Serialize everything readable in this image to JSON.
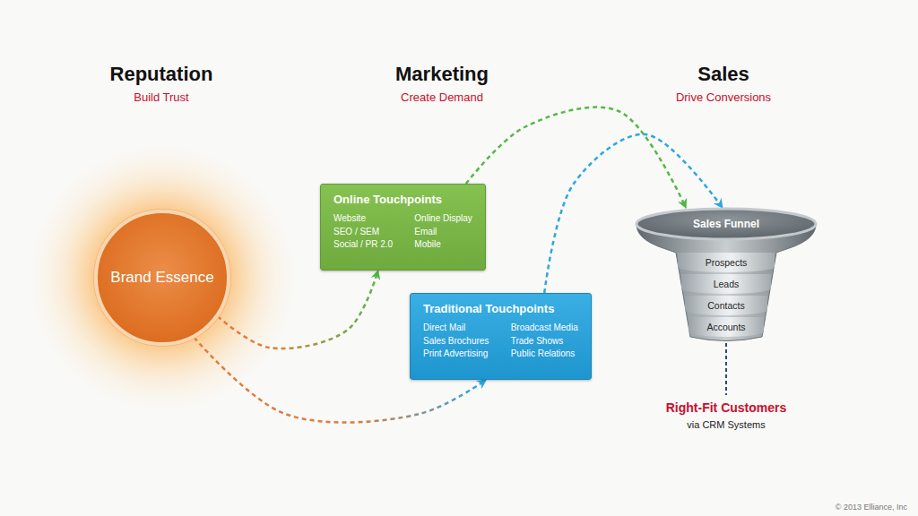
{
  "diagram": {
    "nodes": [
      {
        "text": [
          "Brand Essence"
        ]
      },
      {
        "text": [
          "Online Touchpoints",
          "Website",
          "SEO / SEM",
          "Social / PR 2.0",
          "Online Display",
          "Email",
          "Mobile"
        ]
      },
      {
        "text": [
          "Traditional Touchpoints",
          "Direct Mail",
          "Sales Brochures",
          "Print Advertising",
          "Broadcast Media",
          "Trade Shows",
          "Public Relations"
        ]
      },
      {
        "text": [
          "Sales Funnel"
        ]
      },
      {
        "text": [
          "Prospects"
        ],
        "in": 3
      },
      {
        "text": [
          "Leads"
        ],
        "in": 3
      },
      {
        "text": [
          "Contacts"
        ],
        "in": 3
      },
      {
        "text": [
          "Accounts"
        ],
        "in": 3
      }
    ],
    "edges": [
      {
        "from": 0,
        "to": 1,
        "arrow": "to"
      },
      {
        "from": 0,
        "to": 2,
        "arrow": "to"
      },
      {
        "from": 1,
        "to": 3,
        "arrow": "to"
      },
      {
        "from": 2,
        "to": 3,
        "arrow": "to"
      }
    ],
    "labels": [
      "Reputation",
      "Build Trust",
      "Marketing",
      "Create Demand",
      "Sales",
      "Drive Conversions",
      "Right-Fit Customers",
      "via CRM Systems",
      "© 2013 Elliance, Inc"
    ]
  }
}
